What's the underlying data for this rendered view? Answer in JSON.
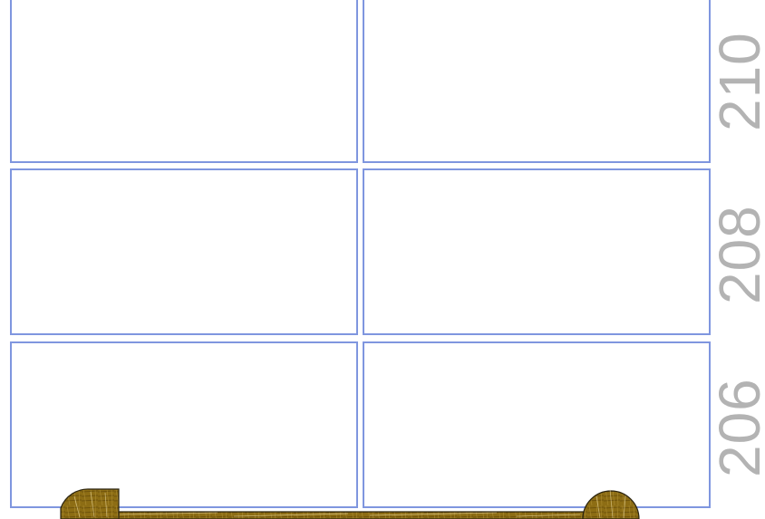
{
  "diagram": {
    "rows": [
      {
        "label": "210"
      },
      {
        "label": "208"
      },
      {
        "label": "206"
      }
    ],
    "colors": {
      "panel_stroke": "#7f96df",
      "wood": "#8d6d14",
      "label": "#b3b3b3"
    }
  }
}
